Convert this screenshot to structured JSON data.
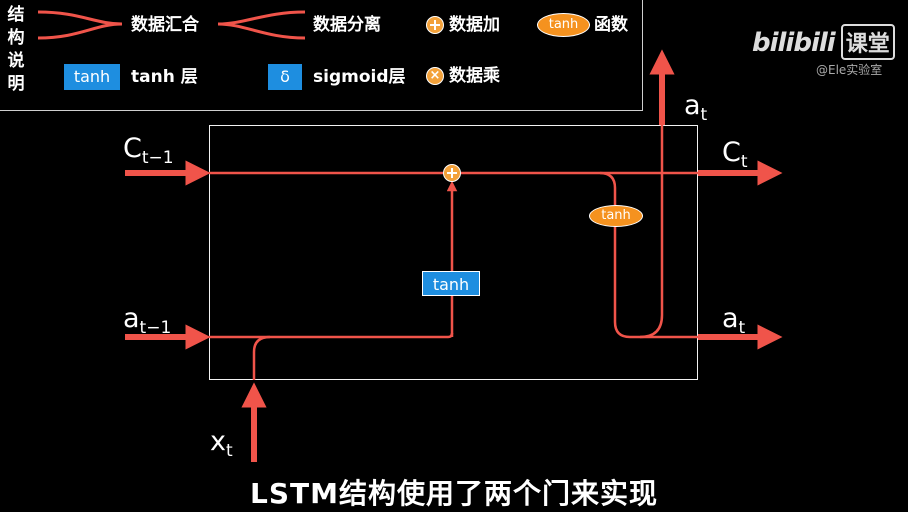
{
  "legend": {
    "title": "结\n构\n说\n明",
    "merge_label": "数据汇合",
    "split_label": "数据分离",
    "add_label": "数据加",
    "tanh_func_oval": "tanh",
    "tanh_func_label": "函数",
    "tanh_layer_box": "tanh",
    "tanh_layer_label": "tanh 层",
    "sigmoid_box": "δ",
    "sigmoid_label": "sigmoid层",
    "multiply_symbol": "×",
    "multiply_label": "数据乘"
  },
  "diagram": {
    "c_prev": {
      "main": "C",
      "sub": "t−1"
    },
    "a_prev": {
      "main": "a",
      "sub": "t−1"
    },
    "x_in": {
      "main": "x",
      "sub": "t"
    },
    "c_out": {
      "main": "C",
      "sub": "t"
    },
    "a_out_right": {
      "main": "a",
      "sub": "t"
    },
    "a_out_top": {
      "main": "a",
      "sub": "t"
    },
    "tanh_layer": "tanh",
    "tanh_func": "tanh"
  },
  "caption": "LSTM结构使用了两个门来实现",
  "brand": {
    "logo": "bilibili",
    "room": "课堂"
  },
  "watermark": "@Ele实验室",
  "colors": {
    "arrow": "#f0544a",
    "accent": "#f3a13a",
    "layer_box": "#1e8ee0",
    "background": "#000000"
  }
}
